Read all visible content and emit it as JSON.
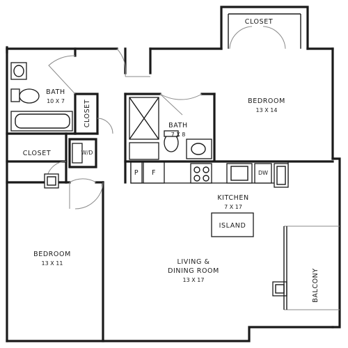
{
  "rooms": {
    "closet_top": "CLOSET",
    "bath1_name": "BATH",
    "bath1_size": "10 X 7",
    "closet_vertical": "CLOSET",
    "bedroom1_name": "BEDROOM",
    "bedroom1_size": "13 X 14",
    "bath2_name": "BATH",
    "bath2_size": "7 X 8",
    "closet_left": "CLOSET",
    "washer_dryer": "W/D",
    "pantry": "P",
    "fridge": "F",
    "dishwasher": "DW",
    "kitchen_name": "KITCHEN",
    "kitchen_size": "7 X 17",
    "island": "ISLAND",
    "bedroom2_name": "BEDROOM",
    "bedroom2_size": "13 X 11",
    "living_name_1": "LIVING &",
    "living_name_2": "DINING ROOM",
    "living_size": "13 X 17",
    "balcony": "BALCONY"
  }
}
